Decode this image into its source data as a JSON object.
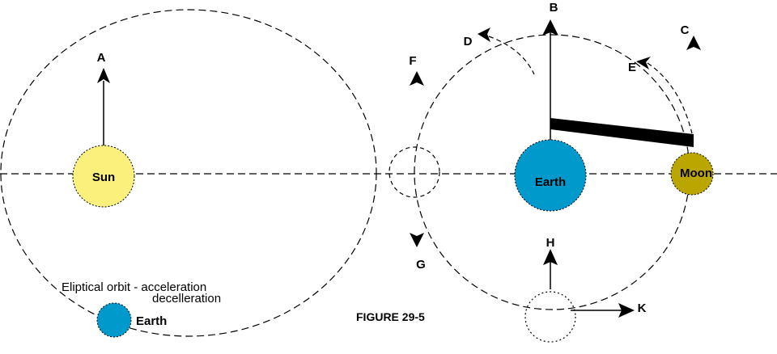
{
  "figure": {
    "caption": "FIGURE  29-5",
    "bodies": {
      "sun": {
        "label": "Sun",
        "color": "#fbf07c"
      },
      "earth": {
        "label": "Earth",
        "color": "#0099cc"
      },
      "moon": {
        "label": "Moon",
        "color": "#bba600"
      },
      "small_earth": {
        "label": "Earth",
        "color": "#0099cc"
      }
    },
    "arrow_labels": {
      "A": "A",
      "B": "B",
      "C": "C",
      "D": "D",
      "E": "E",
      "F": "F",
      "G": "G",
      "H": "H",
      "K": "K"
    },
    "orbit_note": {
      "line1": "Eliptical orbit - acceleration",
      "line2": "decelleration"
    }
  }
}
